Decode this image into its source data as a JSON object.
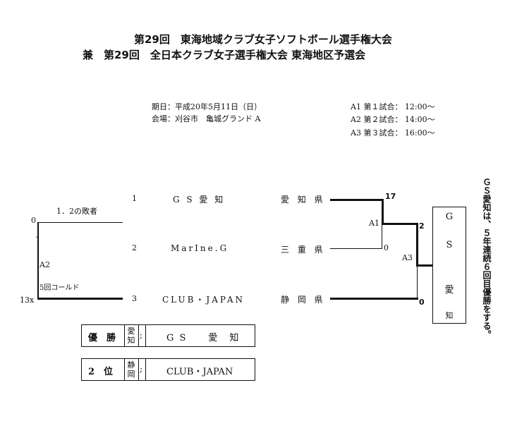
{
  "header": {
    "title_line1": "第29回　東海地域クラブ女子ソフトボール選手権大会",
    "title_line2": "兼　第29回　全日本クラブ女子選手権大会 東海地区予選会"
  },
  "info": {
    "date": "期日：平成20年5月11日（日）",
    "venue": "会場：刈谷市　亀城グランド A",
    "schedule": [
      "A1 第１試合： 12:00～",
      "A2 第２試合： 14:00～",
      "A3 第３試合： 16:00～"
    ]
  },
  "bracket": {
    "teams": [
      {
        "num": "1",
        "name": "G S 愛 知",
        "pref": "愛 知 県"
      },
      {
        "num": "2",
        "name": "MarIne.G",
        "pref": "三 重 県"
      },
      {
        "num": "3",
        "name": "CLUB・JAPAN",
        "pref": "静 岡 県"
      }
    ],
    "loser_label": "1．2の敗者",
    "a2_label": "A2",
    "called_game": "5回コールド",
    "a2_score_top": "0",
    "a2_score_bottom": "13x",
    "a1_label": "A1",
    "a3_label": "A3",
    "score_team1": "17",
    "score_team2": "0",
    "score_a1_winner": "2",
    "score_team3": "0",
    "winner_chars": [
      "G",
      "S",
      "愛",
      "知"
    ]
  },
  "results": {
    "first": {
      "rank": "優　勝",
      "pref_top": "愛",
      "pref_bottom": "知",
      "sep": ";",
      "team": "G S　　愛　知"
    },
    "second": {
      "rank": "2　位",
      "pref_top": "静",
      "pref_bottom": "岡",
      "sep": ";",
      "team": "CLUB・JAPAN"
    }
  },
  "side_note": "ＧＳ愛知は、５年連続６回目優勝をする。"
}
